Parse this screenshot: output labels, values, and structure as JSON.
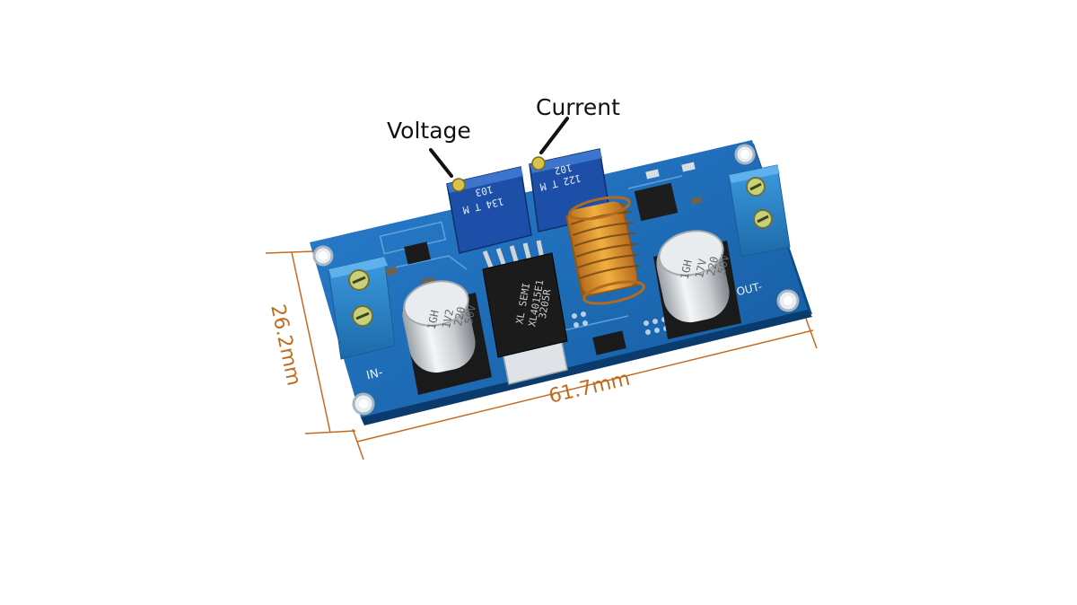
{
  "annotations": {
    "voltage_label": "Voltage",
    "current_label": "Current"
  },
  "dimensions": {
    "height_label": "26.2mm",
    "width_label": "61.7mm"
  },
  "board": {
    "pot_left_marking": "103",
    "pot_left_code": "134 T M",
    "pot_right_marking": "102",
    "pot_right_code": "122 T M",
    "ic_line1": "XL SEMI",
    "ic_line2": "XL4015E1",
    "ic_line3": "3205R",
    "cap_left_line1": "1GH",
    "cap_left_line2": "1V2",
    "cap_left_line3": "220",
    "cap_left_line4": "50V",
    "cap_right_line1": "1GH",
    "cap_right_line2": "17V",
    "cap_right_line3": "220",
    "cap_right_line4": "50V",
    "silk_in": "IN-",
    "silk_out": "OUT-"
  },
  "colors": {
    "pcb": "#1f6fc0",
    "pcb_dark": "#10508f",
    "terminal": "#2a86c8",
    "pot": "#1d4fa8",
    "dimension_line": "#c46a1e",
    "copper": "#c9832f"
  }
}
